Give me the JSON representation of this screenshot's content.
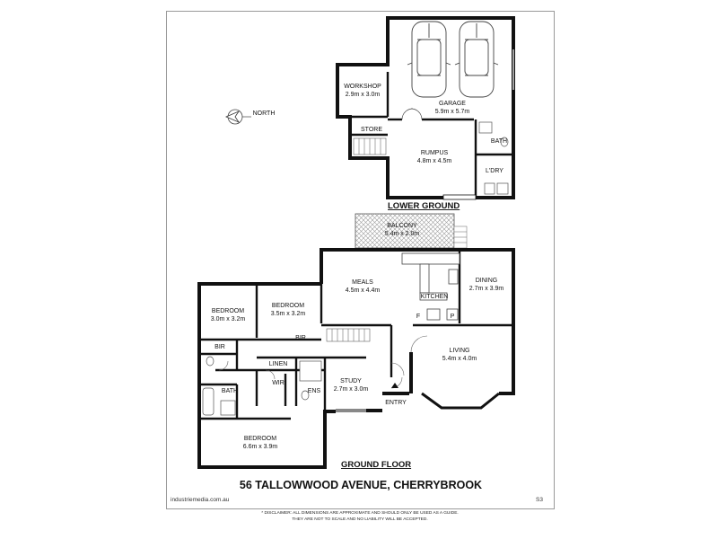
{
  "compass": {
    "label": "NORTH"
  },
  "lower": {
    "section_label": "LOWER GROUND",
    "workshop": {
      "name": "WORKSHOP",
      "dims": "2.9m x 3.0m"
    },
    "garage": {
      "name": "GARAGE",
      "dims": "5.9m x 5.7m"
    },
    "store": {
      "name": "STORE"
    },
    "rumpus": {
      "name": "RUMPUS",
      "dims": "4.8m x 4.5m"
    },
    "bath": {
      "name": "BATH"
    },
    "laundry": {
      "name": "L'DRY"
    }
  },
  "ground": {
    "section_label": "GROUND FLOOR",
    "balcony": {
      "name": "BALCONY",
      "dims": "5.4m x 2.0m"
    },
    "meals": {
      "name": "MEALS",
      "dims": "4.5m x 4.4m"
    },
    "kitchen": {
      "name": "KITCHEN"
    },
    "dining": {
      "name": "DINING",
      "dims": "2.7m x 3.9m"
    },
    "bedroom2": {
      "name": "BEDROOM",
      "dims": "3.0m x 3.2m"
    },
    "bedroom3": {
      "name": "BEDROOM",
      "dims": "3.5m x 3.2m"
    },
    "living": {
      "name": "LIVING",
      "dims": "5.4m x 4.0m"
    },
    "bir1": {
      "name": "BIR"
    },
    "bir2": {
      "name": "BIR"
    },
    "linen": {
      "name": "LINEN"
    },
    "wir": {
      "name": "WIR"
    },
    "ens": {
      "name": "ENS"
    },
    "study": {
      "name": "STUDY",
      "dims": "2.7m x 3.0m"
    },
    "bath": {
      "name": "BATH"
    },
    "bedroom1": {
      "name": "BEDROOM",
      "dims": "6.6m x 3.9m"
    },
    "entry": {
      "name": "ENTRY"
    },
    "fridge_mark": "F",
    "pantry_mark": "P"
  },
  "footer": {
    "address": "56 TALLOWWOOD AVENUE, CHERRYBROOK",
    "website": "industriemedia.com.au",
    "code": "S3",
    "disclaimer_line1": "* DISCLAIMER: ALL DIMENSIONS ARE APPROXIMATE AND SHOULD ONLY BE USED AS A GUIDE.",
    "disclaimer_line2": "THEY ARE NOT TO SCALE AND NO LIABILITY WILL BE ACCEPTED."
  }
}
